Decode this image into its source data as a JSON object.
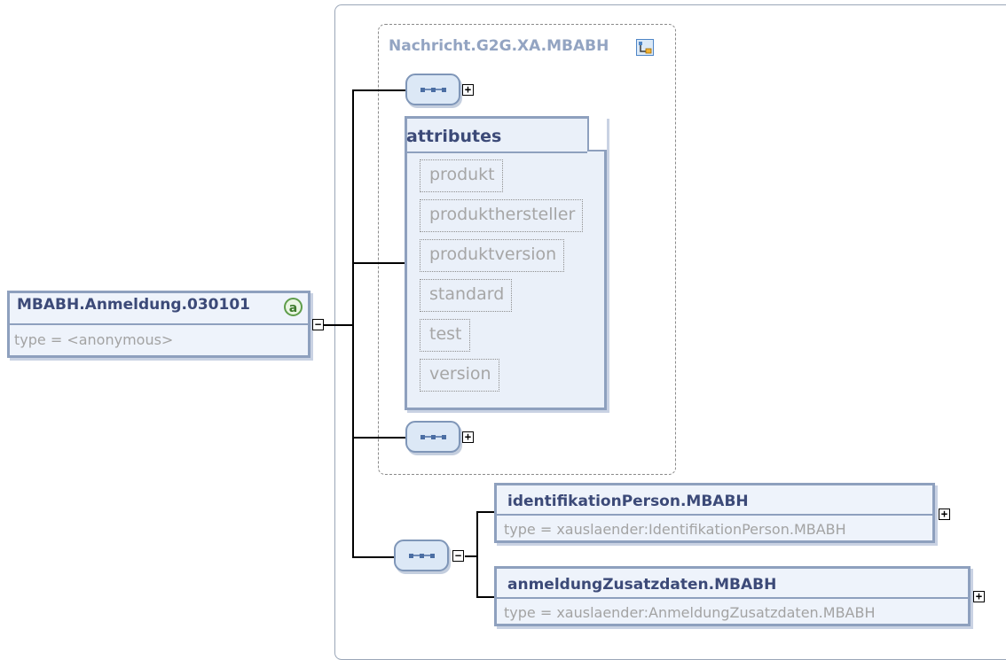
{
  "root": {
    "name": "MBABH.Anmeldung.030101",
    "attr_badge": "a",
    "type": "type = <anonymous>"
  },
  "group": {
    "title": "Nachricht.G2G.XA.MBABH"
  },
  "attributes": {
    "title": "attributes",
    "items": [
      "produkt",
      "produkthersteller",
      "produktversion",
      "standard",
      "test",
      "version"
    ]
  },
  "children": [
    {
      "name": "identifikationPerson.MBABH",
      "type": "type = xauslaender:IdentifikationPerson.MBABH"
    },
    {
      "name": "anmeldungZusatzdaten.MBABH",
      "type": "type = xauslaender:AnmeldungZusatzdaten.MBABH"
    }
  ],
  "toggles": {
    "expand": "+",
    "collapse": "−"
  }
}
